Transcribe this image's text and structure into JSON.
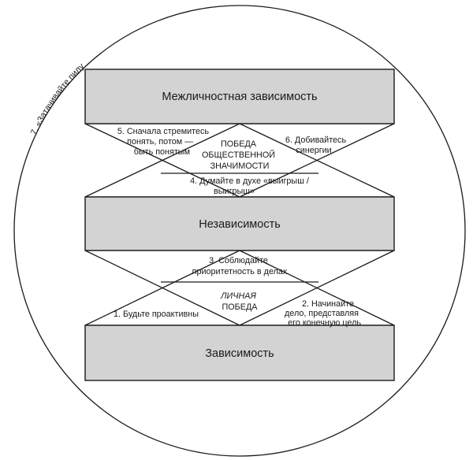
{
  "outer_label": "7. «Затачивайте пилу»",
  "boxes": {
    "interdependence": "Межличностная зависимость",
    "independence": "Независимость",
    "dependence": "Зависимость"
  },
  "victories": {
    "public": [
      "ПОБЕДА",
      "ОБЩЕСТВЕННОЙ",
      "ЗНАЧИМОСТИ"
    ],
    "private": [
      "ЛИЧНАЯ",
      "ПОБЕДА"
    ]
  },
  "habits": {
    "h1": [
      "1. Будьте проактивны"
    ],
    "h2": [
      "2. Начинайте",
      "дело, представляя",
      "его конечную цель"
    ],
    "h3": [
      "3. Соблюдайте",
      "приоритетность в делах"
    ],
    "h4": [
      "4. Думайте в духе «выигрыш /",
      "выигрыш»"
    ],
    "h5": [
      "5. Сначала стремитесь",
      "понять, потом —",
      "быть понятым"
    ],
    "h6": [
      "6. Добивайтесь",
      "синергии"
    ]
  }
}
